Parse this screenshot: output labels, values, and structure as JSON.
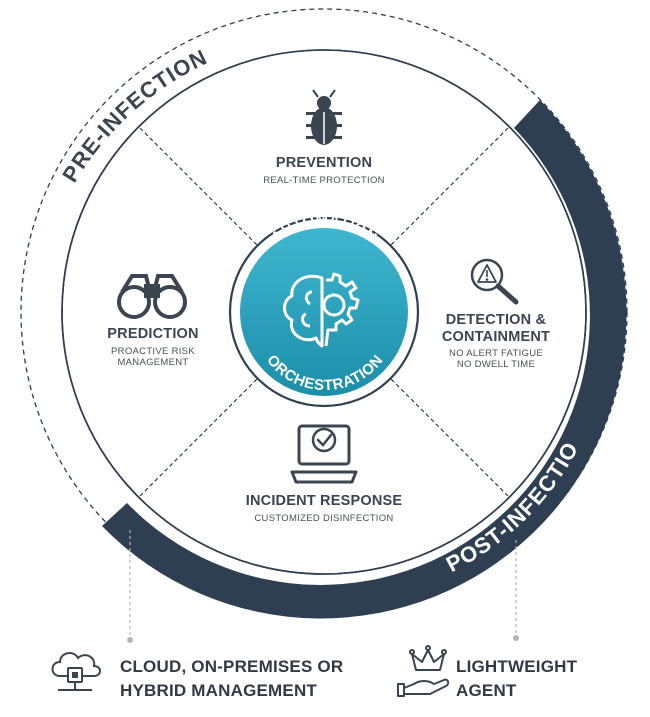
{
  "arcs": {
    "pre_infection": "PRE-INFECTION",
    "post_infection": "POST-INFECTION"
  },
  "center": {
    "top_text": "AUTOMATION",
    "bottom_text": "ORCHESTRATION",
    "icon": "brain-gear-icon"
  },
  "segments": {
    "prevention": {
      "title": "PREVENTION",
      "subtitle": "REAL-TIME PROTECTION",
      "icon": "bug-icon"
    },
    "prediction": {
      "title": "PREDICTION",
      "subtitle_line1": "PROACTIVE RISK",
      "subtitle_line2": "MANAGEMENT",
      "icon": "binoculars-icon"
    },
    "detection": {
      "title_line1": "DETECTION &",
      "title_line2": "CONTAINMENT",
      "subtitle_line1": "NO ALERT FATIGUE",
      "subtitle_line2": "NO DWELL TIME",
      "icon": "magnifier-alert-icon"
    },
    "incident": {
      "title": "INCIDENT RESPONSE",
      "subtitle": "CUSTOMIZED DISINFECTION",
      "icon": "laptop-check-icon"
    }
  },
  "bottom": {
    "left_line1": "CLOUD, ON-PREMISES OR",
    "left_line2": "HYBRID MANAGEMENT",
    "left_icon": "cloud-server-icon",
    "right_line1": "LIGHTWEIGHT",
    "right_line2": "AGENT",
    "right_icon": "crown-hand-icon"
  },
  "colors": {
    "dark_navy": "#2e3f52",
    "teal": "#3db0c9",
    "teal_dark": "#1e8ea8",
    "text_dark": "#3a4550",
    "gray_line": "#b5b5b5"
  }
}
